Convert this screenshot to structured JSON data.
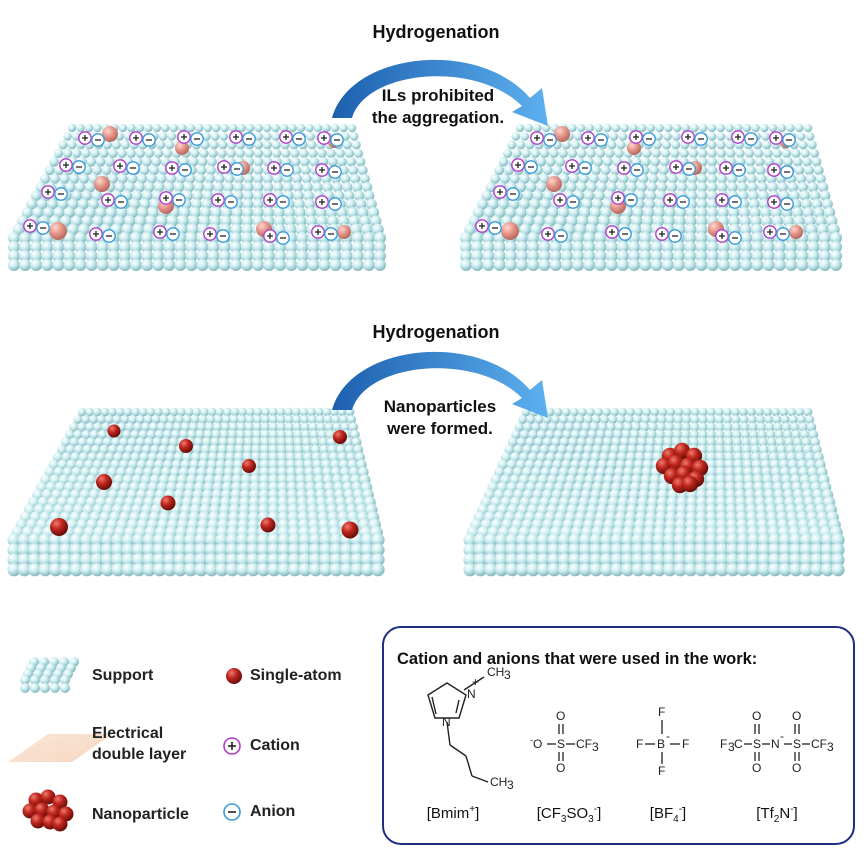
{
  "top_panel": {
    "process_label": "Hydrogenation",
    "arrow_caption_line1": "ILs prohibited",
    "arrow_caption_line2": "the aggregation."
  },
  "bottom_panel": {
    "process_label": "Hydrogenation",
    "arrow_caption_line1": "Nanoparticles",
    "arrow_caption_line2": "were formed."
  },
  "legend": {
    "support": "Support",
    "single_atom": "Single-atom",
    "edl_line1": "Electrical",
    "edl_line2": "double layer",
    "cation": "Cation",
    "nanoparticle": "Nanoparticle",
    "anion": "Anion"
  },
  "chemicals_box": {
    "title": "Cation and anions that were used in the work:",
    "labels": {
      "bmim": "[Bmim",
      "bmim_sup": "+",
      "bmim_close": "]",
      "triflate_a": "[CF",
      "triflate_sub1": "3",
      "triflate_b": "SO",
      "triflate_sub2": "3",
      "triflate_sup": "-",
      "triflate_close": "]",
      "bf4_a": "[BF",
      "bf4_sub": "4",
      "bf4_sup": "-",
      "bf4_close": "]",
      "tf2n_a": "[Tf",
      "tf2n_sub": "2",
      "tf2n_b": "N",
      "tf2n_sup": "-",
      "tf2n_close": "]"
    }
  },
  "colors": {
    "support_sphere": "#bfe3e6",
    "support_shadow": "#8fbcc2",
    "single_atom": "#b3221e",
    "edl_particle": "#e08c82",
    "cation_ring": "#b43cc8",
    "anion_ring": "#3a9ad8",
    "arrow": "#2f7fd0",
    "box_border": "#1e2e80"
  }
}
